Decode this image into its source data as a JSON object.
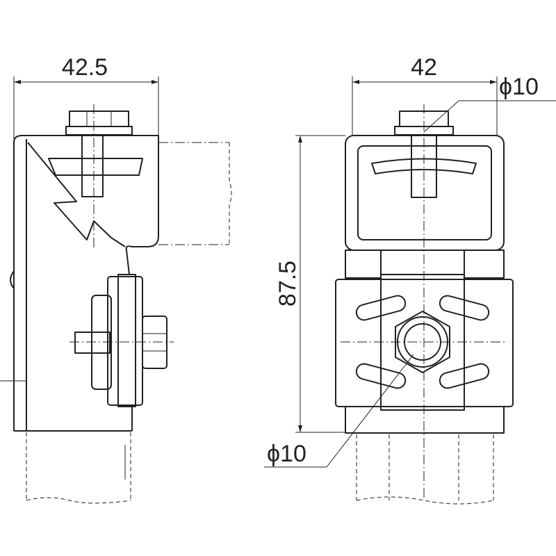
{
  "drawing": {
    "left_view": {
      "width_dimension": "42.5"
    },
    "right_view": {
      "width_dimension": "42",
      "height_dimension": "87.5",
      "bolt_diameter_label": "ϕ10",
      "hole_diameter_label": "ϕ10"
    },
    "colors": {
      "line": "#231f20",
      "background": "#ffffff"
    }
  }
}
